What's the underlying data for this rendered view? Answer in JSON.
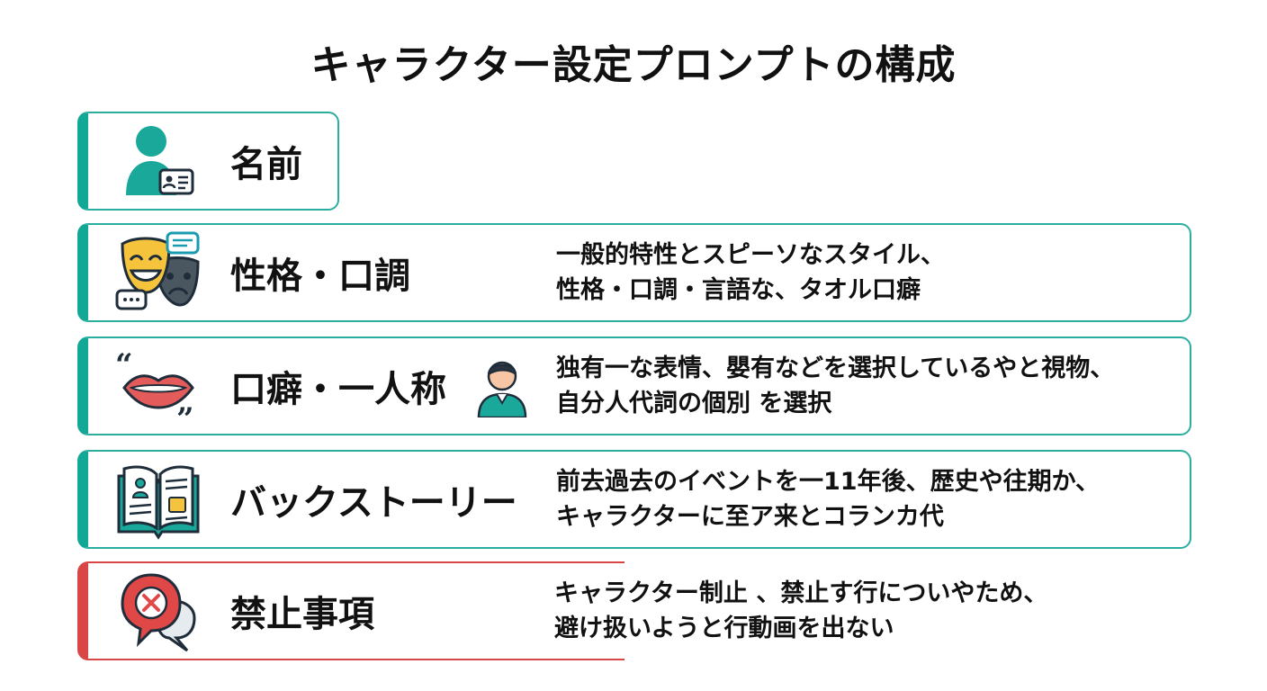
{
  "title": "キャラクター設定プロンプトの構成",
  "colors": {
    "accent": "#12a895",
    "danger": "#d94646"
  },
  "items": [
    {
      "label": "名前",
      "icon": "person-id-card-icon",
      "lines": []
    },
    {
      "label": "性格・口調",
      "icon": "theater-masks-chat-icon",
      "lines": [
        "一般的特性とスピーソなスタイル、",
        "性格・口調・言語な、タオル口癖"
      ]
    },
    {
      "label": "口癖・一人称",
      "icon": "lips-quote-icon",
      "lines": [
        "独有一な表情、嬰有などを選択しているやと視物、",
        "自分人代詞の個別 を選択"
      ]
    },
    {
      "label": "バックストーリー",
      "icon": "open-book-icon",
      "lines": [
        "前去過去のイベントを一11年後、歴史や往期か、",
        "キャラクターに至ア来とコランカ代"
      ]
    },
    {
      "label": "禁止事項",
      "icon": "prohibited-chat-icon",
      "lines": [
        "キャラクター制止 、禁止す行についやため、",
        "避け扱いようと行動画を出ない"
      ]
    }
  ]
}
